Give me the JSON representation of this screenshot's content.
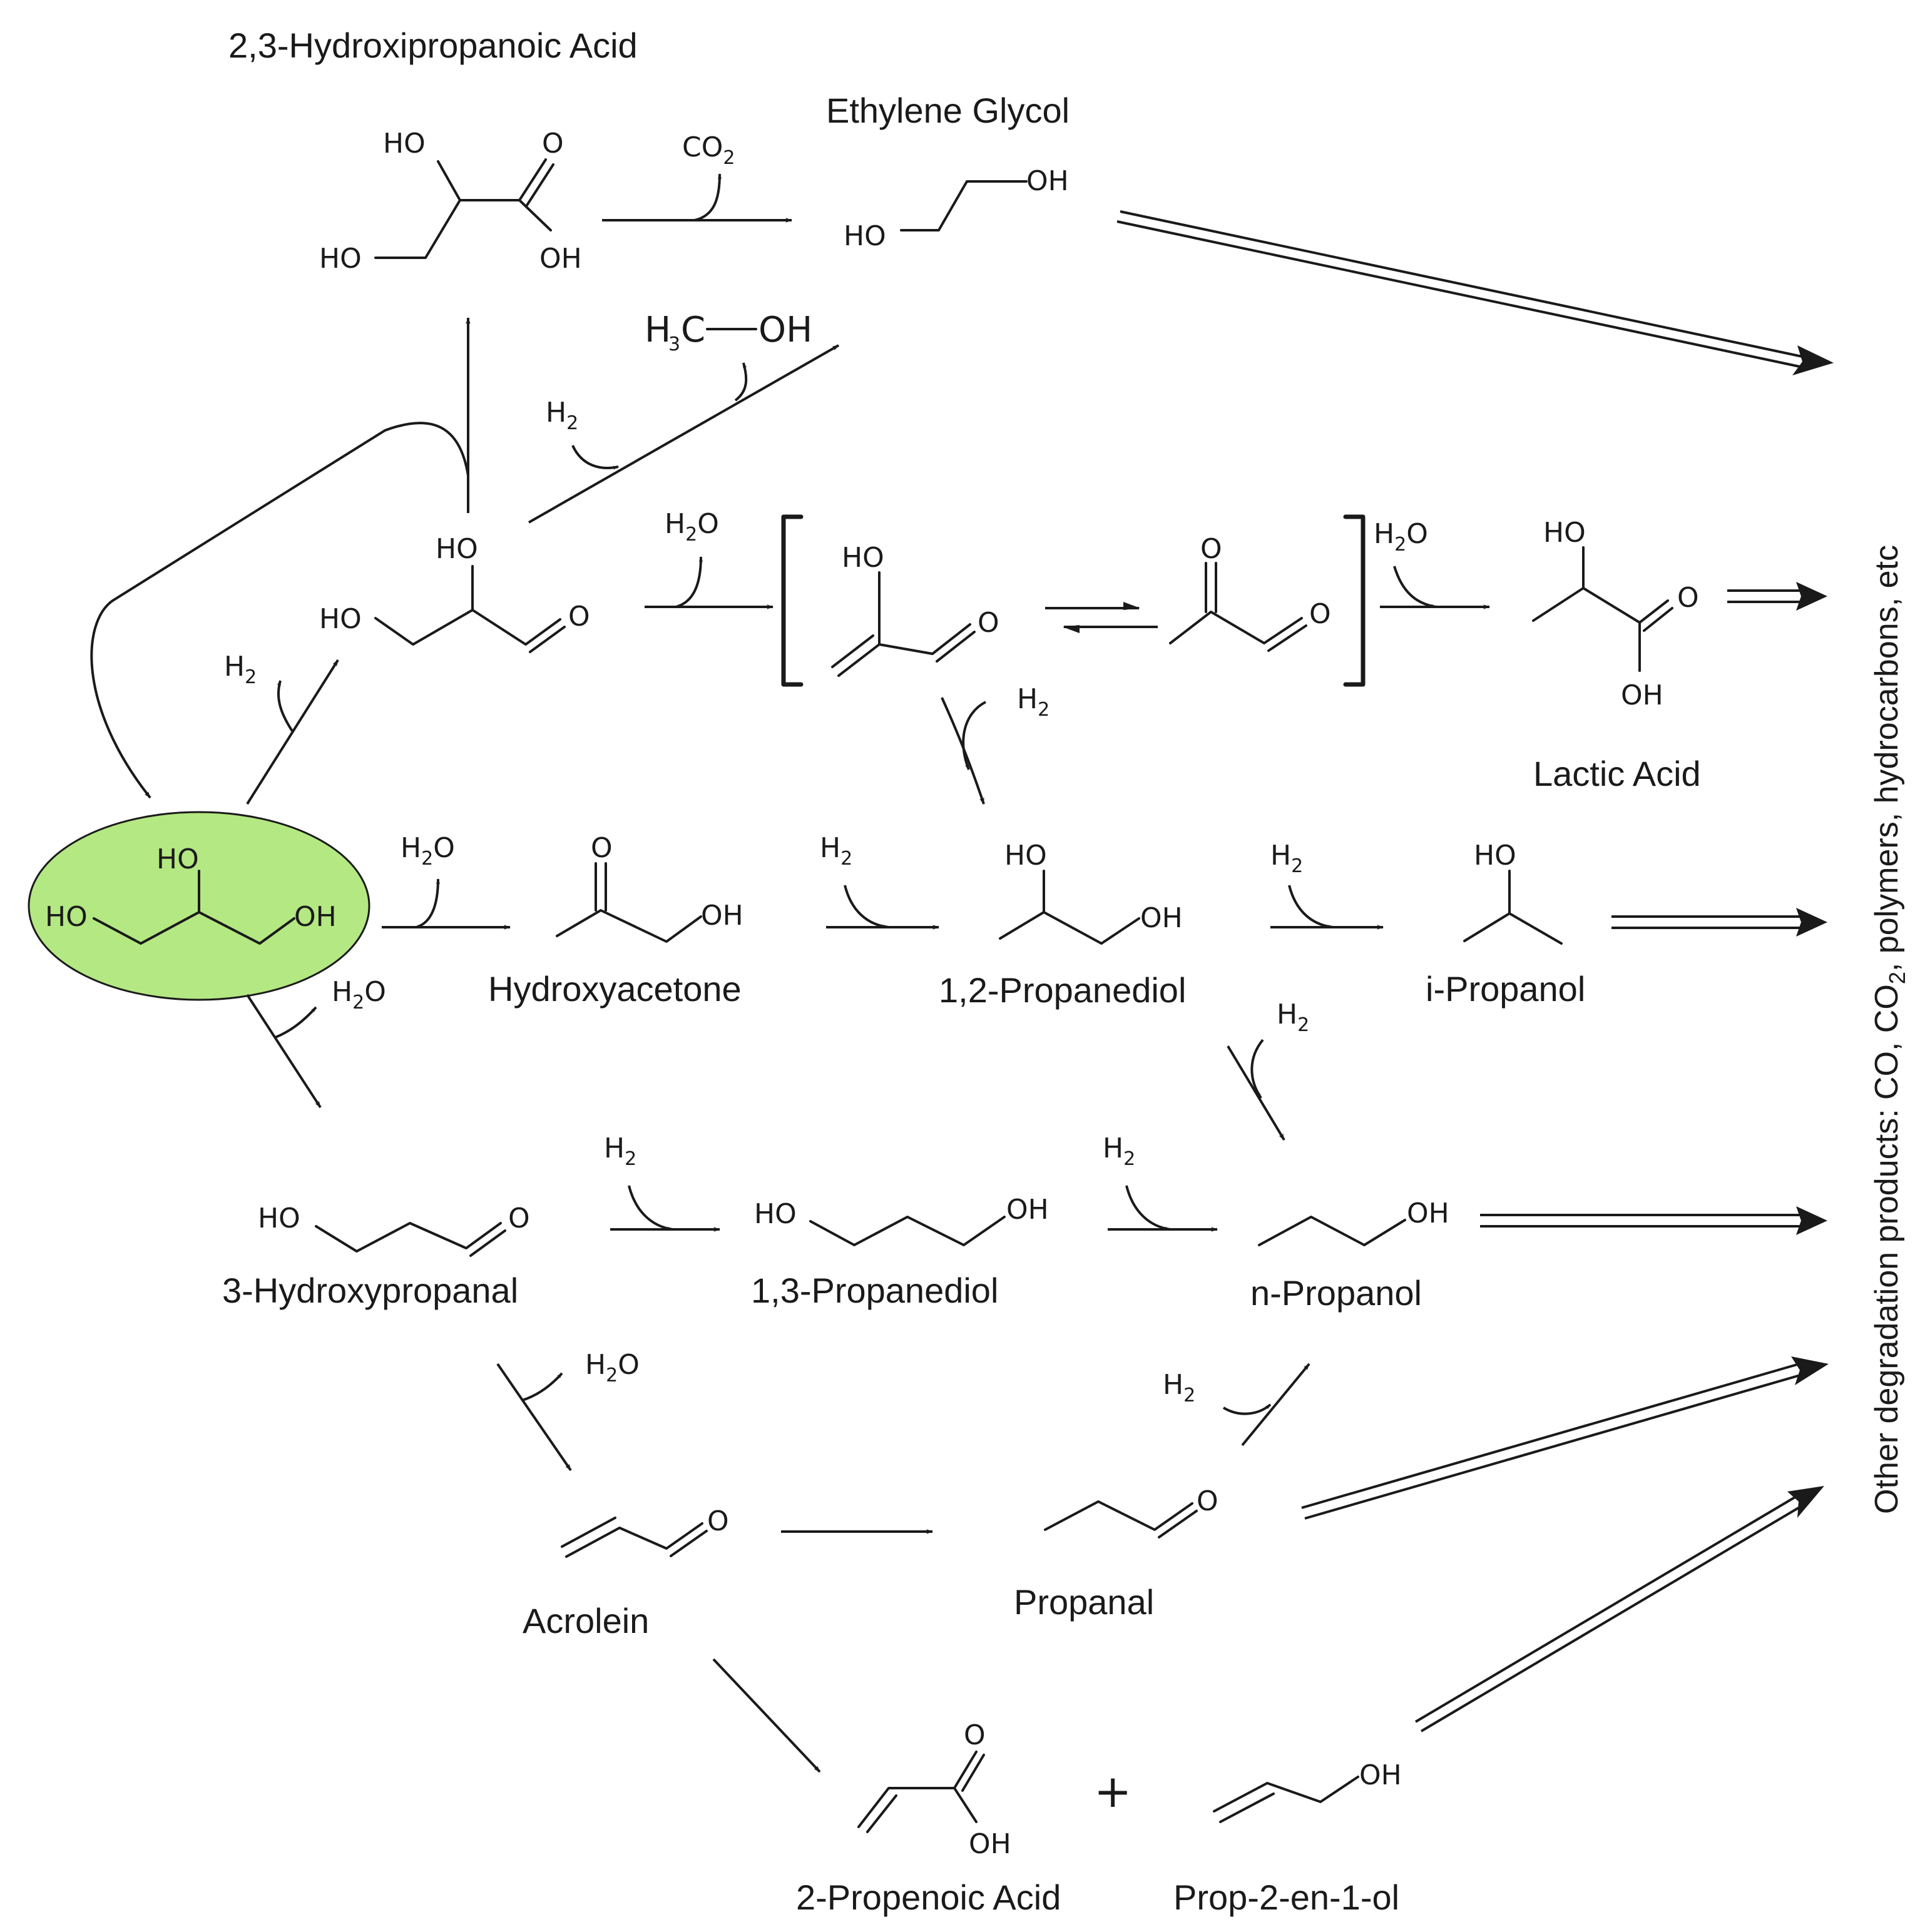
{
  "compounds": {
    "glycerol": {
      "atoms": {
        "ho_center": "HO",
        "ho_left": "HO",
        "oh_right": "OH"
      }
    },
    "glyceric": {
      "name": "2,3-Hydroxipropanoic Acid",
      "atoms": {
        "ho_top": "HO",
        "o": "O",
        "ho_left": "HO",
        "oh": "OH"
      }
    },
    "ethylene_glycol": {
      "name": "Ethylene Glycol",
      "atoms": {
        "oh": "OH",
        "ho": "HO"
      }
    },
    "methanol": {
      "atoms": {
        "h": "H",
        "sub3": "3",
        "c": "C",
        "oh": "OH"
      }
    },
    "glyceraldehyde": {
      "atoms": {
        "ho_top": "HO",
        "ho_left": "HO",
        "o": "O"
      }
    },
    "enol": {
      "atoms": {
        "ho": "HO",
        "o": "O"
      }
    },
    "pyruvaldehyde": {
      "atoms": {
        "o_top": "O",
        "o_right": "O"
      }
    },
    "lactic": {
      "name": "Lactic Acid",
      "atoms": {
        "ho": "HO",
        "o": "O",
        "oh": "OH"
      }
    },
    "hydroxyacetone": {
      "name": "Hydroxyacetone",
      "atoms": {
        "o": "O",
        "oh": "OH"
      }
    },
    "propanediol_12": {
      "name": "1,2-Propanediol",
      "atoms": {
        "ho": "HO",
        "oh": "OH"
      }
    },
    "ipropanol": {
      "name": "i-Propanol",
      "atoms": {
        "ho": "HO"
      }
    },
    "hydroxypropanal": {
      "name": "3-Hydroxypropanal",
      "atoms": {
        "ho": "HO",
        "o": "O"
      }
    },
    "propanediol_13": {
      "name": "1,3-Propanediol",
      "atoms": {
        "ho": "HO",
        "oh": "OH"
      }
    },
    "npropanol": {
      "name": "n-Propanol",
      "atoms": {
        "oh": "OH"
      }
    },
    "acrolein": {
      "name": "Acrolein",
      "atoms": {
        "o": "O"
      }
    },
    "propanal": {
      "name": "Propanal",
      "atoms": {
        "o": "O"
      }
    },
    "propenoic": {
      "name": "2-Propenoic Acid",
      "atoms": {
        "o": "O",
        "oh": "OH"
      }
    },
    "allyl": {
      "name": "Prop-2-en-1-ol",
      "atoms": {
        "oh": "OH"
      }
    }
  },
  "reagents": {
    "h2_main": "H",
    "h2o_main": "H",
    "co2_main": "CO",
    "sub2": "2",
    "o_char": "O"
  },
  "plus_sign": "+",
  "side_label": {
    "prefix": "Other degradation products: CO, CO",
    "sub": "2",
    "suffix": ", polymers, hydrocarbons, etc"
  },
  "colors": {
    "glycerol_fill": "#b4e882",
    "ink": "#1a1a1a"
  }
}
